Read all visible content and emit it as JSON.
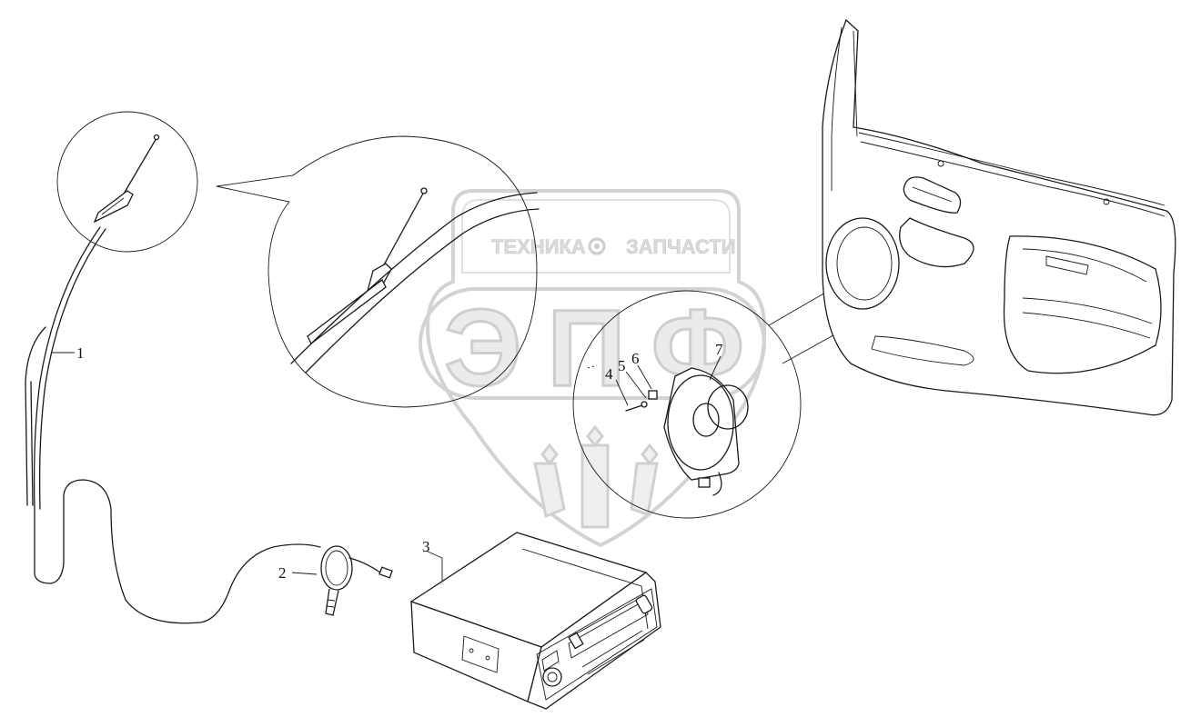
{
  "diagram": {
    "callouts": [
      {
        "id": "1",
        "label": "1"
      },
      {
        "id": "2",
        "label": "2"
      },
      {
        "id": "3",
        "label": "3"
      },
      {
        "id": "4",
        "label": "4"
      },
      {
        "id": "5",
        "label": "5"
      },
      {
        "id": "6",
        "label": "6"
      },
      {
        "id": "7",
        "label": "7"
      }
    ]
  },
  "watermark": {
    "top_left": "ТЕХНИКА",
    "top_right": "ЗАПЧАСТИ",
    "logo": "ЭПФ",
    "colors": {
      "outline": "#c8c8c8",
      "fill": "#e6e6e6"
    }
  }
}
